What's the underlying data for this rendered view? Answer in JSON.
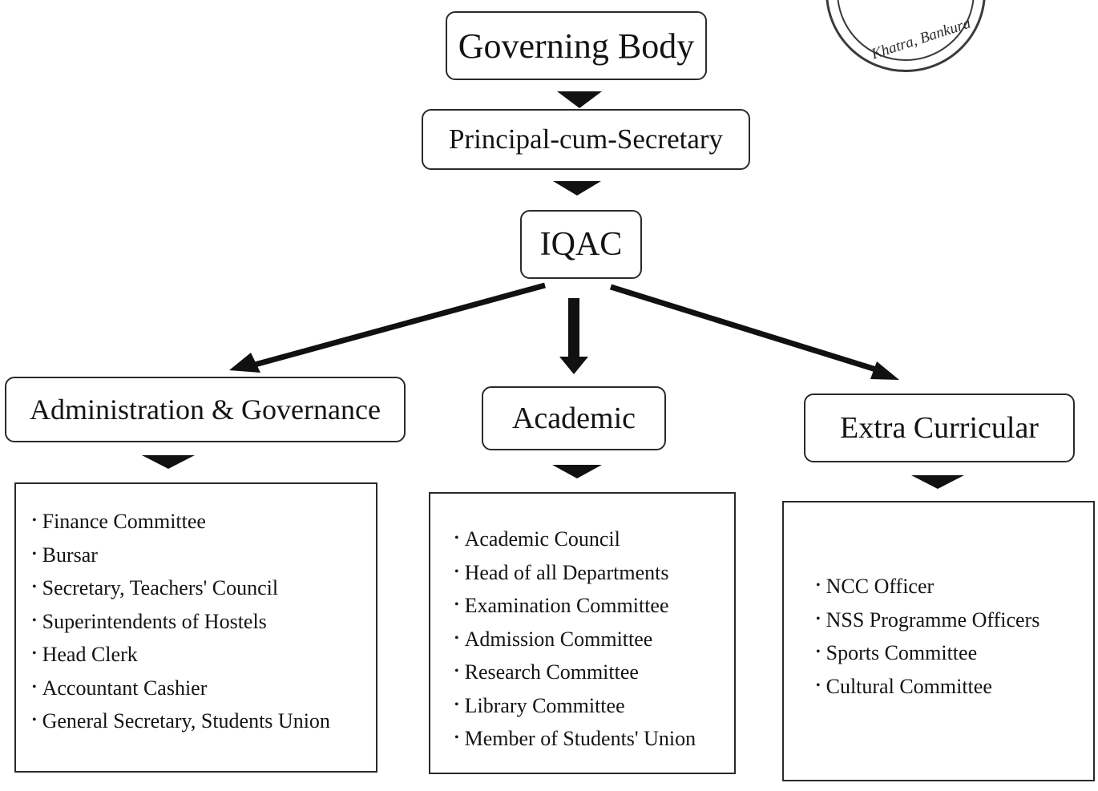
{
  "seal": {
    "text": "Khatra, Bankura"
  },
  "top": {
    "governing_body": "Governing Body",
    "principal": "Principal-cum-Secretary",
    "iqac": "IQAC"
  },
  "branches": [
    {
      "title": "Administration & Governance",
      "items": [
        "Finance Committee",
        "Bursar",
        "Secretary, Teachers' Council",
        "Superintendents of Hostels",
        "Head Clerk",
        "Accountant Cashier",
        "General Secretary, Students Union"
      ]
    },
    {
      "title": "Academic",
      "items": [
        "Academic Council",
        "Head of all Departments",
        "Examination Committee",
        "Admission Committee",
        "Research Committee",
        "Library Committee",
        "Member of Students' Union"
      ]
    },
    {
      "title": "Extra Curricular",
      "items": [
        "NCC Officer",
        "NSS Programme Officers",
        "Sports Committee",
        "Cultural Committee"
      ]
    }
  ]
}
